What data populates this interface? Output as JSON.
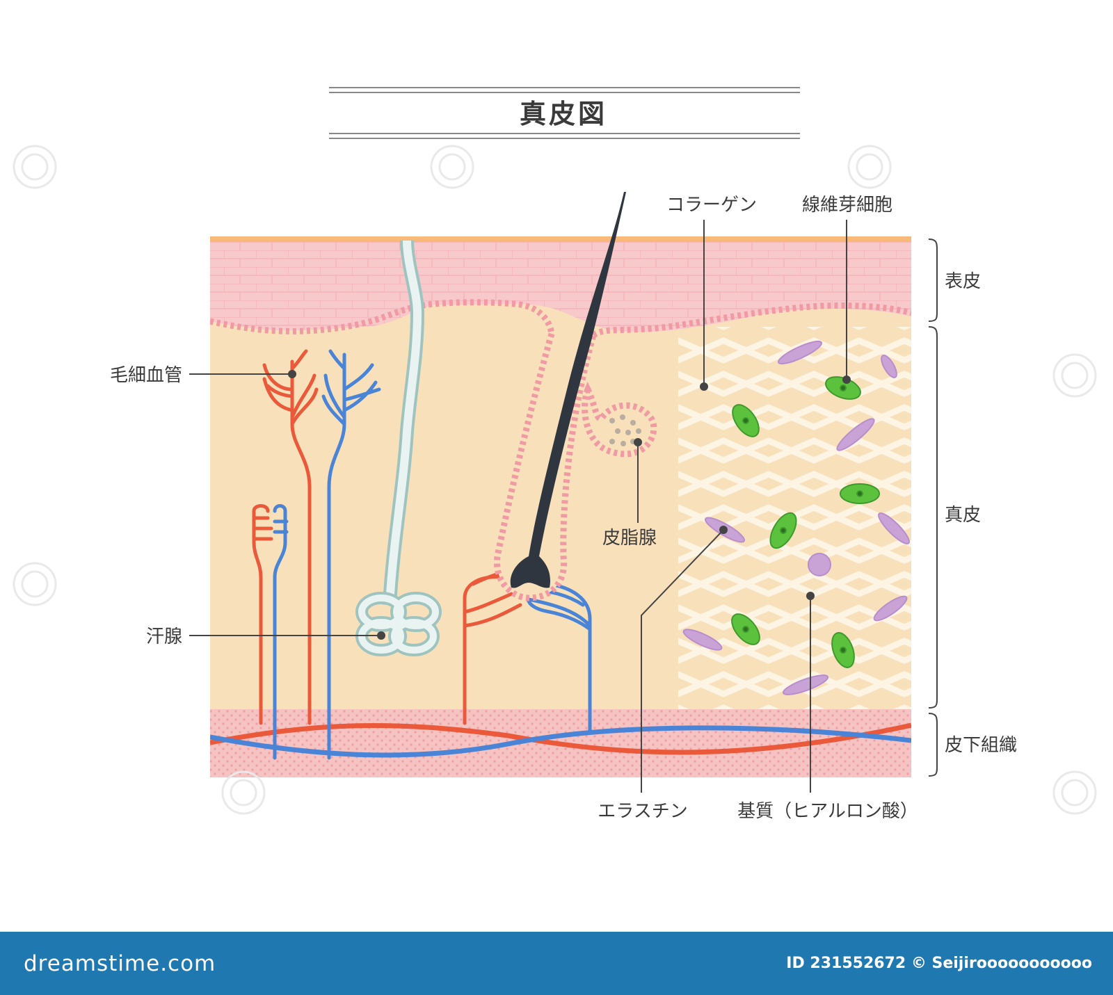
{
  "title": "真皮図",
  "labels": {
    "capillary": "毛細血管",
    "sweat_gland": "汗腺",
    "collagen": "コラーゲン",
    "fibroblast": "線維芽細胞",
    "sebaceous_gland": "皮脂腺",
    "elastin": "エラスチン",
    "matrix": "基質（ヒアルロン酸）"
  },
  "layers": {
    "epidermis": "表皮",
    "dermis": "真皮",
    "subcutaneous": "皮下組織"
  },
  "footer": {
    "logo": "dreamstime.com",
    "credit": "ID 231552672 © Seijirooooooooooo"
  },
  "colors": {
    "epidermis": "#f8c9cb",
    "dermis": "#f8e1ba",
    "subcutaneous": "#f6c3c3",
    "artery": "#ea5a3a",
    "vein": "#4a84d6",
    "sweat_duct": "#cfe6e3",
    "hair": "#2f3640",
    "fibroblast": "#5cc23e",
    "elastin": "#c9a3d6",
    "footer": "#1f78b0"
  },
  "icons": [
    "watermark-spiral-icon"
  ]
}
